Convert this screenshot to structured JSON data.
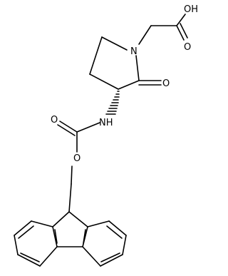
{
  "structure": {
    "atom_labels": {
      "nitrogen_ring": "N",
      "oxygen_acid_hydroxyl": "OH",
      "oxygen_acid_carbonyl": "O",
      "oxygen_lactam": "O",
      "nitrogen_amide": "NH",
      "oxygen_carbamate_carbonyl": "O",
      "oxygen_carbamate_ester": "O"
    },
    "colors": {
      "bond": "#000000",
      "label": "#000000",
      "background": "#ffffff"
    }
  }
}
